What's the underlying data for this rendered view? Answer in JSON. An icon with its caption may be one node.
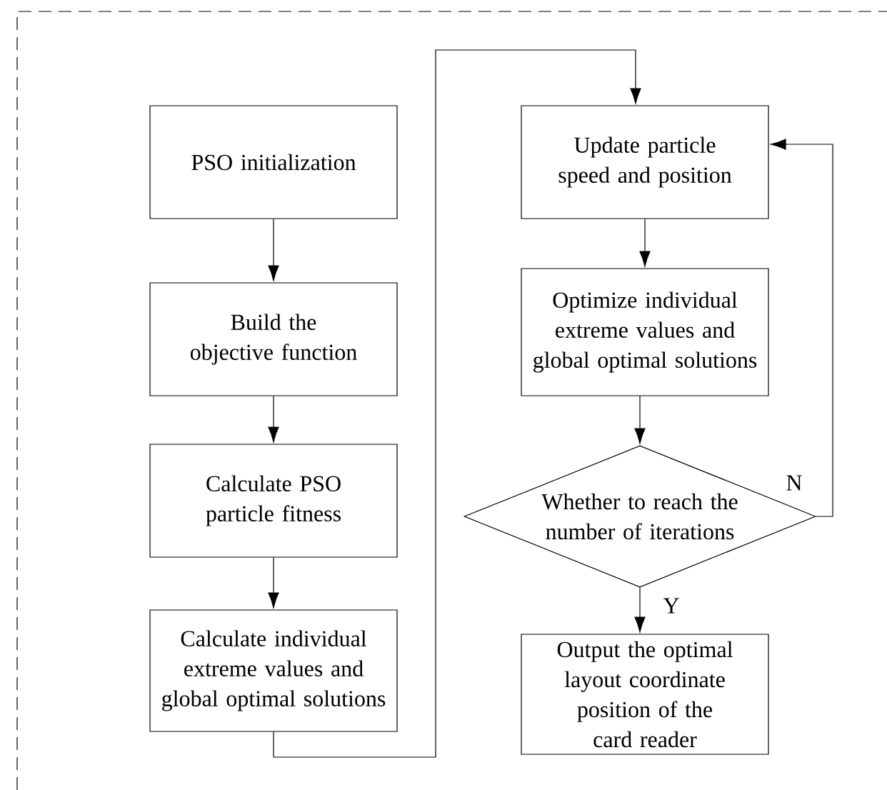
{
  "diagram": {
    "nodes": [
      {
        "text": [
          "PSO initialization"
        ]
      },
      {
        "text": [
          "Build the objective function"
        ]
      },
      {
        "text": [
          "Calculate PSO particle fitness"
        ]
      },
      {
        "text": [
          "Calculate individual extreme values and global optimal solutions"
        ]
      },
      {
        "text": [
          "Update particle speed and position"
        ]
      },
      {
        "text": [
          "Optimize individual extreme values and global optimal solutions"
        ]
      },
      {
        "text": [
          "Whether to reach the number of iterations"
        ]
      },
      {
        "text": [
          "Output the optimal layout coordinate position of the card reader"
        ]
      }
    ],
    "edges": [
      {
        "from": 0,
        "to": 1,
        "arrow": "to"
      },
      {
        "from": 1,
        "to": 2,
        "arrow": "to"
      },
      {
        "from": 2,
        "to": 3,
        "arrow": "to"
      },
      {
        "from": 3,
        "to": 4,
        "arrow": "to"
      },
      {
        "from": 4,
        "to": 5,
        "arrow": "to"
      },
      {
        "from": 5,
        "to": 6,
        "arrow": "to"
      },
      {
        "from": 6,
        "to": 4,
        "arrow": "to",
        "label": "N"
      },
      {
        "from": 6,
        "to": 7,
        "arrow": "to",
        "label": "Y"
      }
    ]
  }
}
